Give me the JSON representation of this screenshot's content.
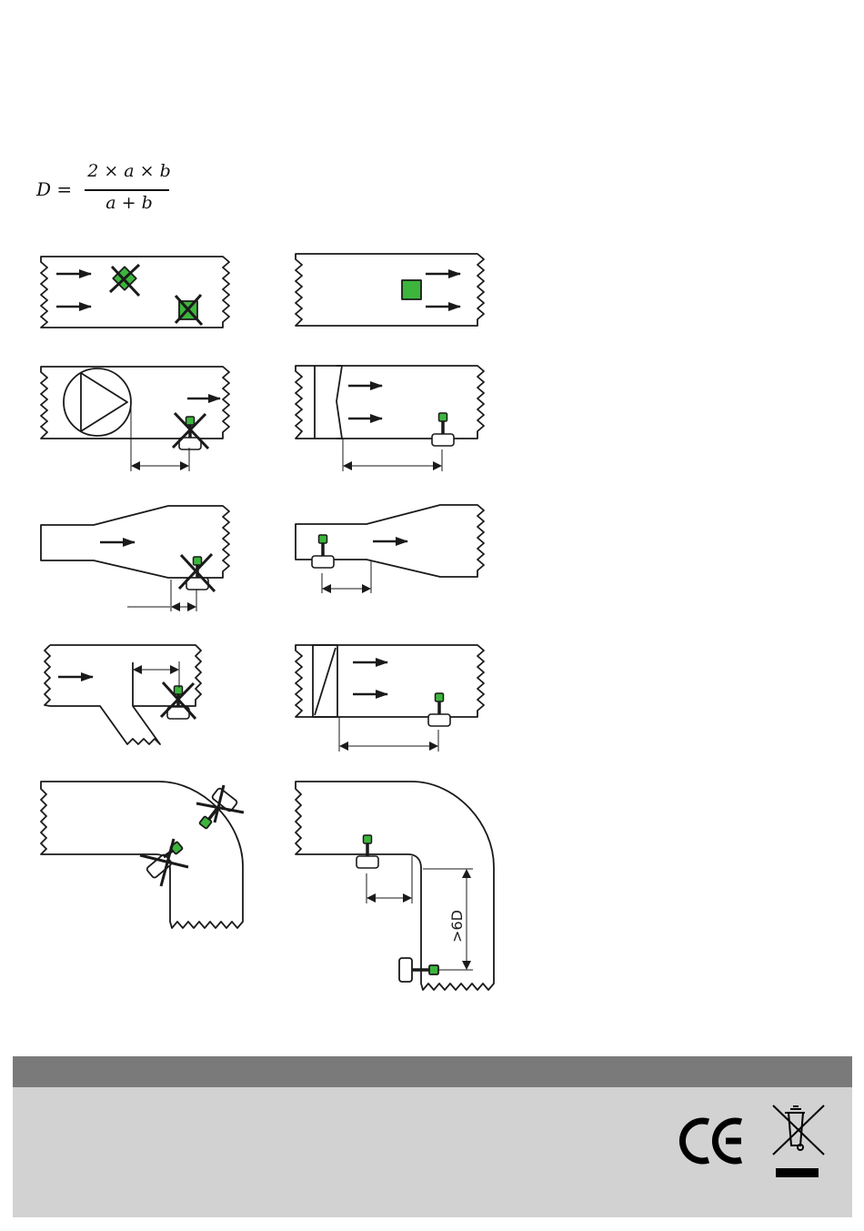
{
  "formula": {
    "lhs": "D =",
    "numerator": "2 × a × b",
    "denominator": "a + b"
  },
  "diagram": {
    "distance_label": ">6D",
    "sensor_color": "#3db53d",
    "line_color": "#1a1a1a"
  },
  "footer": {
    "band_color": "#7b7a7a",
    "panel_color": "#d2d2d2",
    "marks": [
      "ce-mark-icon",
      "weee-crossed-bin-icon"
    ]
  }
}
